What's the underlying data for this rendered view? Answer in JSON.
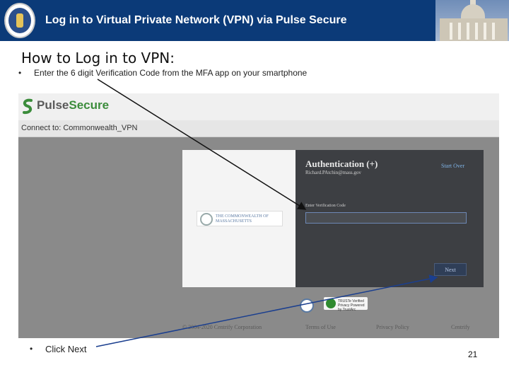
{
  "banner": {
    "title": "Log in to Virtual Private Network (VPN) via Pulse Secure",
    "bg_color": "#0b3a78"
  },
  "heading": "How to Log in to VPN:",
  "bullets": {
    "step1": "Enter the 6 digit Verification Code from the MFA app on your smartphone",
    "step2": "Click Next",
    "marker": "•"
  },
  "screenshot": {
    "brand_pulse": "Pulse",
    "brand_secure": "Secure",
    "connect_to": "Connect to: Commonwealth_VPN",
    "auth_title": "Authentication (+)",
    "start_over": "Start Over",
    "username": "Richard.PAtchin@mass.gov",
    "code_label": "Enter Verification Code",
    "next_label": "Next",
    "commonwealth_logo_text": "THE COMMONWEALTH OF MASSACHUSETTS",
    "truste_text": "TRUSTe Verified Privacy Powered by TrustArc",
    "footer_copyright": "© 2004-2020 Centrify Corporation",
    "footer_terms": "Terms of Use",
    "footer_privacy": "Privacy Policy",
    "footer_brand": "Centrify"
  },
  "page_number": "21"
}
